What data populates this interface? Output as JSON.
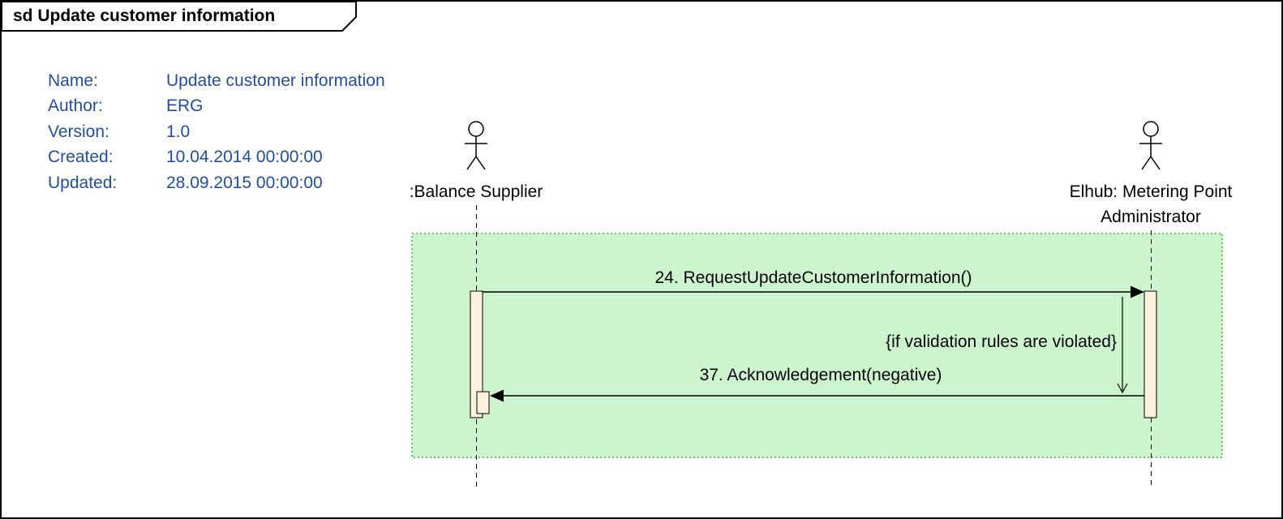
{
  "frame": {
    "title": "sd Update customer information"
  },
  "metadata": {
    "rows": [
      {
        "label": "Name:",
        "value": "Update customer information"
      },
      {
        "label": "Author:",
        "value": "ERG"
      },
      {
        "label": "Version:",
        "value": "1.0"
      },
      {
        "label": "Created:",
        "value": "10.04.2014 00:00:00"
      },
      {
        "label": "Updated:",
        "value": "28.09.2015 00:00:00"
      }
    ]
  },
  "actors": [
    {
      "label": ":Balance Supplier"
    },
    {
      "label": "Elhub: Metering Point\nAdministrator"
    }
  ],
  "messages": [
    {
      "label": "24. RequestUpdateCustomerInformation()"
    },
    {
      "label": "37. Acknowledgement(negative)"
    }
  ],
  "fragment": {
    "condition": "{if validation rules are violated}"
  },
  "colors": {
    "metadata_text": "#1F4E9C",
    "fragment_fill": "#CDF5CD",
    "fragment_border": "#3FAF3F",
    "activation_fill": "#FBF1DC",
    "line": "#000000",
    "background": "#FFFFFF"
  }
}
